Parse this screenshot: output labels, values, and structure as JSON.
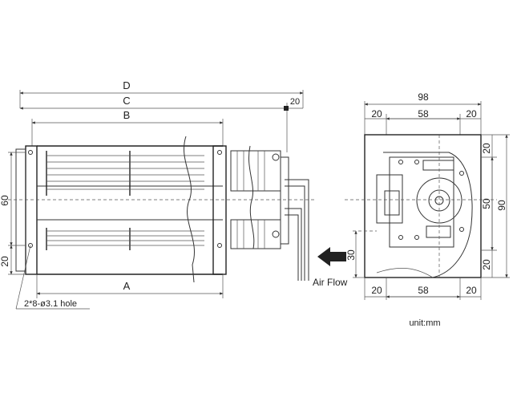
{
  "front_view": {
    "dim_D": "D",
    "dim_C": "C",
    "dim_B": "B",
    "dim_A": "A",
    "dim_20_right": "20",
    "dim_60": "60",
    "dim_20_left": "20",
    "hole_note": "2*8-ø3.1 hole",
    "airflow_label": "Air Flow"
  },
  "side_view": {
    "dim_98": "98",
    "top_20_left": "20",
    "top_58": "58",
    "top_20_right": "20",
    "bottom_20_left": "20",
    "bottom_58": "58",
    "bottom_20_right": "20",
    "right_20_top": "20",
    "right_50": "50",
    "right_20_bottom": "20",
    "right_90": "90",
    "left_30": "30",
    "unit": "unit:mm"
  }
}
